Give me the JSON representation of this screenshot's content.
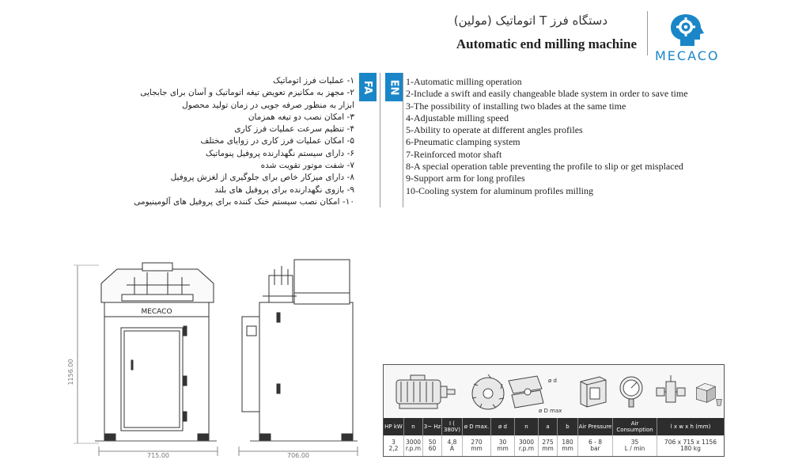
{
  "header": {
    "title_fa": "دستگاه فرز T اتوماتیک (مولین)",
    "title_en": "Automatic end milling machine",
    "logo_text": "MECACO"
  },
  "tabs": {
    "fa": "FA",
    "en": "EN"
  },
  "features_fa": [
    "۱- عملیات فرز اتوماتیک",
    "۲- مجهز به مکانیزم تعویض تیغه اتوماتیک و آسان برای جابجایی",
    "ابزار به منظور صرفه جویی در زمان تولید محصول",
    "۳- امکان نصب دو تیغه همزمان",
    "۴- تنظیم سرعت عملیات فرز کاری",
    "۵- امکان عملیات فرز کاری در زوایای مختلف",
    "۶- دارای سیستم نگهدارنده پروفیل پنوماتیک",
    "۷- شفت موتور تقویت شده",
    "۸- دارای میزکار خاص برای جلوگیری از لغزش پروفیل",
    "۹- بازوی نگهدارنده برای پروفیل های بلند",
    "۱۰- امکان نصب سیستم خنک کننده برای پروفیل های آلومینیومی"
  ],
  "features_en": [
    "1-Automatic milling operation",
    "2-Include a swift and easily changeable blade system in order to save time",
    "3-The possibility of installing two blades at the same time",
    "4-Adjustable milling speed",
    "5-Ability to operate at different angles profiles",
    "6-Pneumatic clamping system",
    "7-Reinforced motor shaft",
    "8-A special operation table preventing the profile to slip or get misplaced",
    "9-Support arm for long profiles",
    "10-Cooling system for aluminum profiles milling"
  ],
  "drawing": {
    "front_logo": "MECACO",
    "height_dim": "1156.00",
    "front_width_dim": "715.00",
    "side_width_dim": "706.00"
  },
  "icon_labels": {
    "od": "ø d",
    "od_max": "ø D max"
  },
  "spec_headers": [
    "HP\nkW",
    "n",
    "3~\nHz",
    "I\n( 380V)",
    "ø D\nmax.",
    "ø d",
    "n",
    "a",
    "b",
    "Air\nPressure",
    "Air\nConsumption",
    "l x w x h\n(mm)"
  ],
  "spec_values": [
    "3\n2,2",
    "3000\nr.p.m",
    "50\n60",
    "4,8\nA",
    "270\nmm",
    "30\nmm",
    "3000\nr.p.m",
    "275\nmm",
    "180\nmm",
    "6 - 8\nbar",
    "35\nL / min",
    "706 x 715 x 1156\n180 kg"
  ],
  "colors": {
    "accent": "#1a86c8",
    "header_bar": "#2d2d2d"
  }
}
